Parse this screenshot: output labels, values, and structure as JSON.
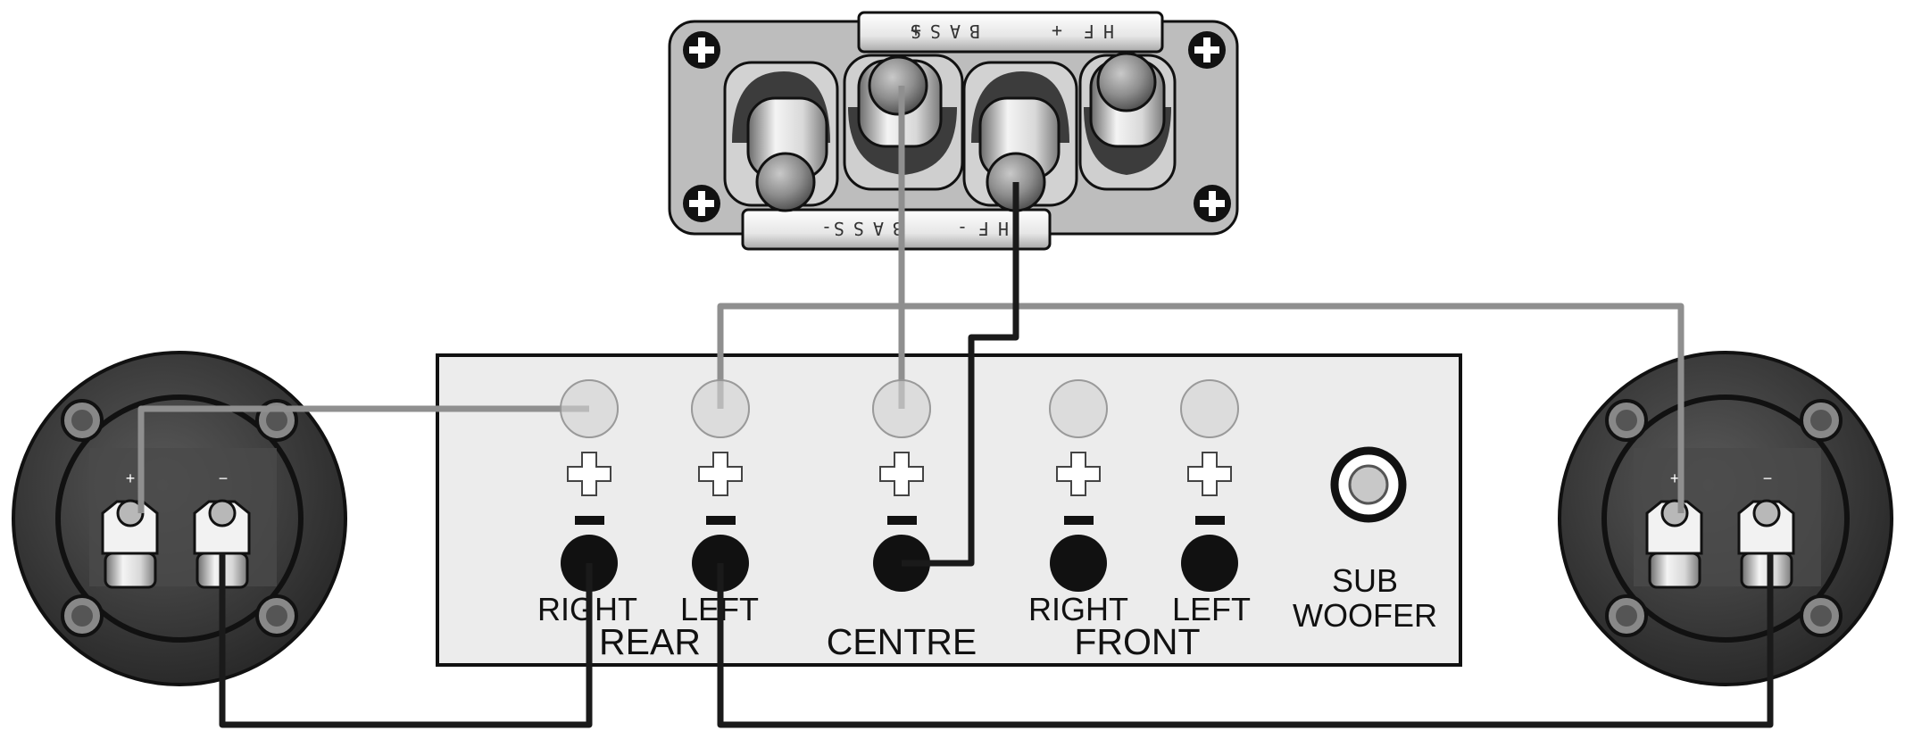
{
  "colors": {
    "wire_positive": "#8f8f8f",
    "wire_negative": "#1a1a1a",
    "panel_fill": "#ececec",
    "terminal_positive": "#dcdcdc",
    "terminal_negative": "#111111",
    "speaker_body": "#333333"
  },
  "amplifier_panel": {
    "channels": [
      {
        "id": "rear-right",
        "name": "RIGHT",
        "positive_symbol": "+",
        "negative_symbol": "−"
      },
      {
        "id": "rear-left",
        "name": "LEFT",
        "positive_symbol": "+",
        "negative_symbol": "−"
      },
      {
        "id": "centre",
        "name": "",
        "positive_symbol": "+",
        "negative_symbol": "−"
      },
      {
        "id": "front-right",
        "name": "RIGHT",
        "positive_symbol": "+",
        "negative_symbol": "−"
      },
      {
        "id": "front-left",
        "name": "LEFT",
        "positive_symbol": "+",
        "negative_symbol": "−"
      }
    ],
    "group_labels": {
      "rear": "REAR",
      "centre": "CENTRE",
      "front": "FRONT"
    },
    "subwoofer": {
      "line1": "SUB",
      "line2": "WOOFER"
    }
  },
  "centre_speaker_terminal": {
    "top_strip": {
      "bass": "BASS",
      "hf": "HF",
      "plus": "+",
      "plus2": "+"
    },
    "bottom_strip": {
      "bass": "BASS",
      "hf": "HF",
      "minus": "-",
      "minus2": "-"
    }
  },
  "left_speaker": {
    "plus": "+",
    "minus": "−"
  },
  "right_speaker": {
    "plus": "+",
    "minus": "−"
  },
  "connections": [
    {
      "from": "rear-right +",
      "to": "left speaker +"
    },
    {
      "from": "rear-right −",
      "to": "left speaker −"
    },
    {
      "from": "rear-left +",
      "to": "right speaker +"
    },
    {
      "from": "rear-left −",
      "to": "right speaker −"
    },
    {
      "from": "centre +",
      "to": "centre speaker BASS +"
    },
    {
      "from": "centre −",
      "to": "centre speaker HF −"
    }
  ]
}
